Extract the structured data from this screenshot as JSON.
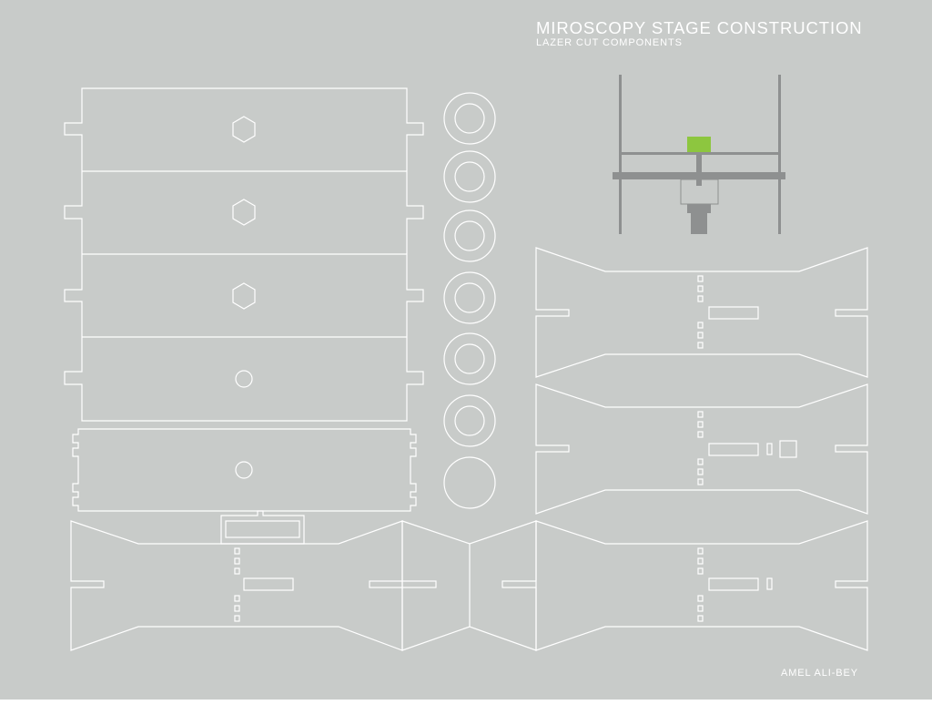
{
  "header": {
    "title": "MIROSCOPY STAGE CONSTRUCTION",
    "subtitle": "LAZER CUT COMPONENTS"
  },
  "footer": {
    "author": "AMEL ALI-BEY"
  },
  "colors": {
    "background": "#c8cbc9",
    "cut_line": "#ffffff",
    "assembly_grey": "#8e9090",
    "platform_accent": "#8dc63f"
  },
  "components": {
    "stacked_panels": 4,
    "panel_cutouts": [
      "hexagon",
      "hexagon",
      "hexagon",
      "circle"
    ],
    "washers": 7
  }
}
